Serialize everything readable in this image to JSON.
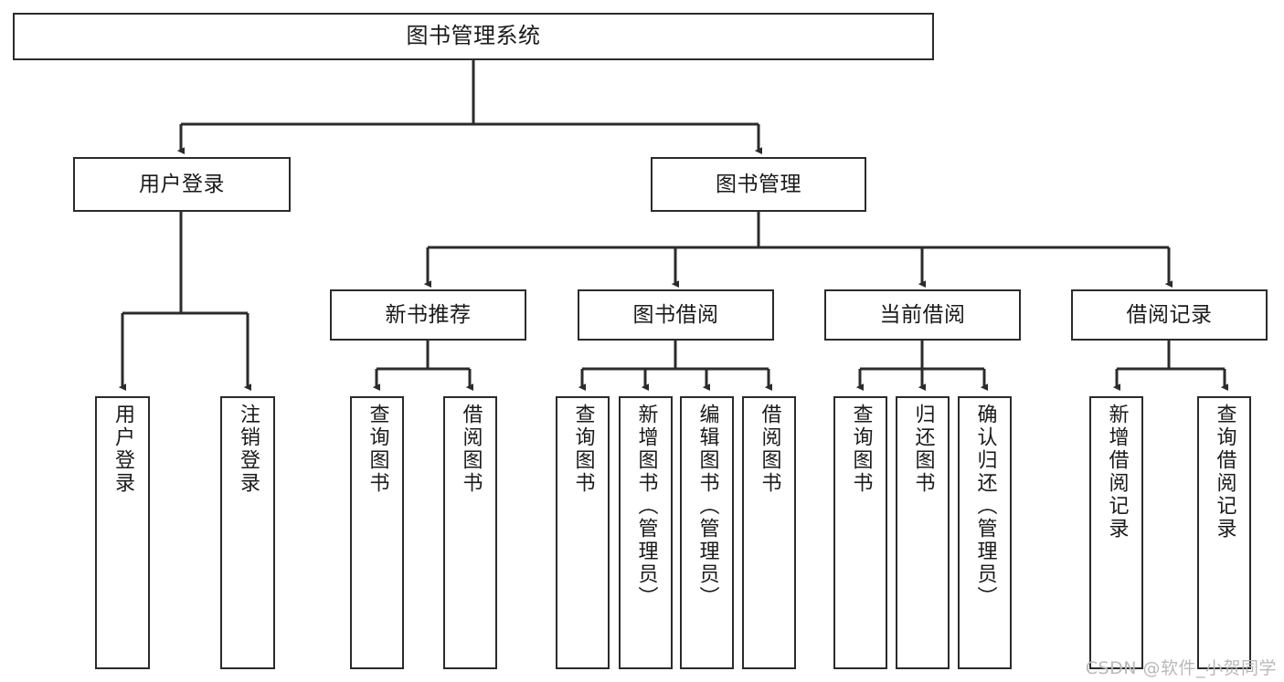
{
  "diagram": {
    "title": "图书管理系统",
    "type": "tree-hierarchy",
    "watermark": "CSDN @软件_小贺同学",
    "colors": {
      "background": "#ffffff",
      "box_border": "#2b2b2b",
      "box_fill": "#ffffff",
      "connector": "#2b2b2b",
      "text": "#1a1a1a",
      "watermark": "#b9b9b9"
    },
    "root": {
      "label": "图书管理系统"
    },
    "level2": [
      {
        "id": "user-login",
        "label": "用户登录"
      },
      {
        "id": "book-management",
        "label": "图书管理"
      }
    ],
    "level3": [
      {
        "id": "new-book-recommend",
        "label": "新书推荐",
        "parent": "book-management"
      },
      {
        "id": "book-borrow",
        "label": "图书借阅",
        "parent": "book-management"
      },
      {
        "id": "current-borrow",
        "label": "当前借阅",
        "parent": "book-management"
      },
      {
        "id": "borrow-record",
        "label": "借阅记录",
        "parent": "book-management"
      }
    ],
    "leaves": [
      {
        "id": "leaf-user-login",
        "label": "用户登录",
        "parent": "user-login"
      },
      {
        "id": "leaf-logout-login",
        "label": "注销登录",
        "parent": "user-login"
      },
      {
        "id": "leaf-query-book-1",
        "label": "查询图书",
        "parent": "new-book-recommend"
      },
      {
        "id": "leaf-borrow-book-1",
        "label": "借阅图书",
        "parent": "new-book-recommend"
      },
      {
        "id": "leaf-query-book-2",
        "label": "查询图书",
        "parent": "book-borrow"
      },
      {
        "id": "leaf-add-book",
        "label": "新增图书（管理员）",
        "parent": "book-borrow"
      },
      {
        "id": "leaf-edit-book",
        "label": "编辑图书（管理员）",
        "parent": "book-borrow"
      },
      {
        "id": "leaf-borrow-book-2",
        "label": "借阅图书",
        "parent": "book-borrow"
      },
      {
        "id": "leaf-query-book-3",
        "label": "查询图书",
        "parent": "current-borrow"
      },
      {
        "id": "leaf-return-book",
        "label": "归还图书",
        "parent": "current-borrow"
      },
      {
        "id": "leaf-confirm-return",
        "label": "确认归还（管理员）",
        "parent": "current-borrow"
      },
      {
        "id": "leaf-add-borrow-record",
        "label": "新增借阅记录",
        "parent": "borrow-record"
      },
      {
        "id": "leaf-query-borrow-record",
        "label": "查询借阅记录",
        "parent": "borrow-record"
      }
    ]
  }
}
